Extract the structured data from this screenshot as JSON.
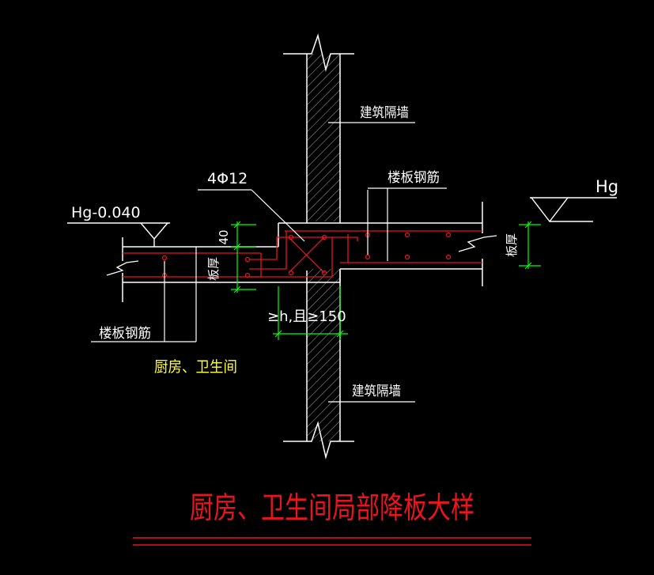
{
  "title": "厨房、卫生间局部降板大样",
  "labels": {
    "wall_top": "建筑隔墙",
    "wall_bottom": "建筑隔墙",
    "rebar_spec": "4Φ12",
    "slab_rebar_right": "楼板钢筋",
    "slab_rebar_left": "楼板钢筋",
    "elev_left": "Hg-0.040",
    "elev_right": "Hg",
    "dim_40": "40",
    "thickness_left": "板厚",
    "thickness_right": "板厚",
    "dim_width": "≥h,且≥150",
    "room": "厨房、卫生间"
  },
  "colors": {
    "background": "#000000",
    "lines": "#ffffff",
    "rebar": "#e8141e",
    "dimension": "#00ff00",
    "hatch": "#8a8a8a",
    "room_text": "#ffff33",
    "title_text": "#e8141e"
  }
}
